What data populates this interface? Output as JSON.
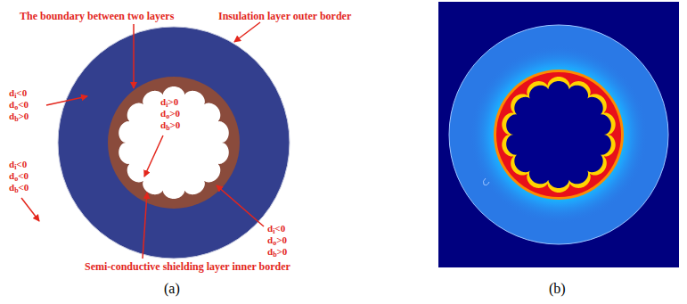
{
  "diagram": {
    "labels": [
      "The boundary between two layers",
      "Insulation layer outer border",
      "di<0",
      "do<0",
      "db>0",
      "di>0",
      "do>0",
      "db>0",
      "di<0",
      "do<0",
      "db<0",
      "di<0",
      "do>0",
      "db>0",
      "Semi-conductive shielding layer inner border",
      "(a)",
      "(b)"
    ]
  }
}
